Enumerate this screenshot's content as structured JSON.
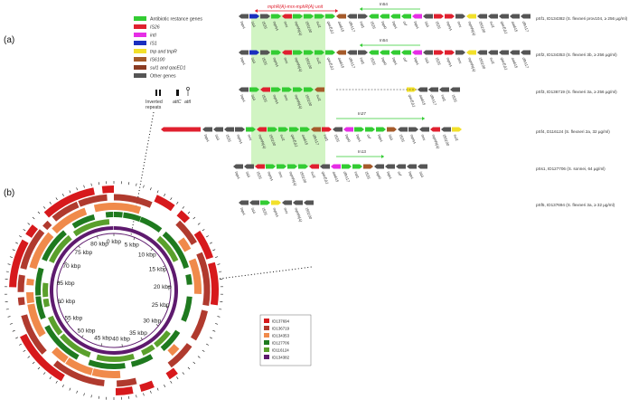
{
  "panel_a_label": "(a)",
  "panel_b_label": "(b)",
  "legend": [
    {
      "label": "Antibiotic restance genes",
      "color": "#33cc33"
    },
    {
      "label": "IS26",
      "color": "#e0202f"
    },
    {
      "label": "intI",
      "color": "#e62ee6"
    },
    {
      "label": "IS1",
      "color": "#1a2fbf"
    },
    {
      "label": "tnp and tnpR",
      "color": "#f2e02a"
    },
    {
      "label": "IS6100",
      "color": "#a55a2a"
    },
    {
      "label": "sul1 and qacED1",
      "color": "#8a3b22"
    },
    {
      "label": "Other genes",
      "color": "#555555"
    }
  ],
  "symbol_labels": {
    "inverted_repeats": "Inverted\nrepeats",
    "attc": "attC",
    "atti": "attI"
  },
  "top_annotation": "mphR(A)-mrx-mphR(A) unit",
  "in_labels": {
    "in54_1": "In54",
    "in54_2": "In54",
    "in27": "In27",
    "in13": "In13"
  },
  "rows": [
    {
      "label": "pSf1, ID134382 (S. flexneri prov104, ≥ 256 µg/ml)"
    },
    {
      "label": "pSf2, ID134353 (S. flexneri 3b, ≥ 256 µg/ml)"
    },
    {
      "label": "pSf3, ID136719 (S. flexneri 3a, ≥ 256 µg/ml)"
    },
    {
      "label": "pSf4, D116124 (S. flexneri 2a, 32 µg/ml)"
    },
    {
      "label": "pSs1, ID127706 (S. sonnei, 64 µg/ml)"
    },
    {
      "label": "pSf5, ID137694 (S. flexneri 3a, ≥ 32 µg/ml)"
    }
  ],
  "ring_kbp_labels": [
    "0 kbp",
    "5 kbp",
    "10 kbp",
    "15 kbp",
    "20 kbp",
    "25 kbp",
    "30 kbp",
    "35 kbp",
    "40 kbp",
    "45 kbp",
    "50 kbp",
    "55 kbp",
    "60 kbp",
    "65 kbp",
    "70 kbp",
    "75 kbp",
    "80 kbp"
  ],
  "ring_legend": [
    {
      "label": "ID137694",
      "color": "#d7191c"
    },
    {
      "label": "ID136719",
      "color": "#b03a2e"
    },
    {
      "label": "ID134353",
      "color": "#f08a4b"
    },
    {
      "label": "ID127706",
      "color": "#1f7a1f"
    },
    {
      "label": "ID116124",
      "color": "#5aa02c"
    },
    {
      "label": "ID134382",
      "color": "#5e1a6e"
    }
  ],
  "gene_names": [
    "tnpA",
    "istA",
    "IS26",
    "mphA",
    "mrx",
    "mphR(A)",
    "IS6100",
    "sul1",
    "qacEΔ1",
    "aadA5",
    "dfrA17",
    "intI1",
    "IS26",
    "tnpR",
    "tnpA",
    "orf"
  ]
}
